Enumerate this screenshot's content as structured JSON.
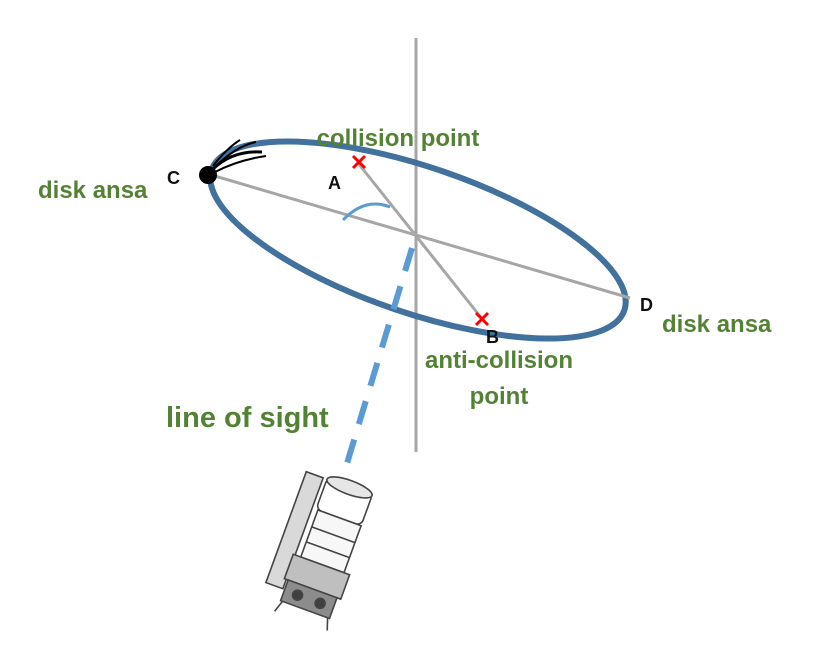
{
  "labels": {
    "collision_point": "collision point",
    "anti_collision_line1": "anti-collision",
    "anti_collision_line2": "point",
    "disk_ansa_left": "disk ansa",
    "disk_ansa_right": "disk ansa",
    "line_of_sight": "line of sight",
    "point_a": "A",
    "point_b": "B",
    "point_c": "C",
    "point_d": "D"
  },
  "colors": {
    "orbit": "#41719c",
    "axis_lines": "#a6a6a6",
    "line_of_sight": "#5b9bd5",
    "label_green": "#548235",
    "cross_marker": "#ff0000"
  },
  "icons": {
    "comet": "comet-icon",
    "telescope": "space-telescope-icon"
  }
}
